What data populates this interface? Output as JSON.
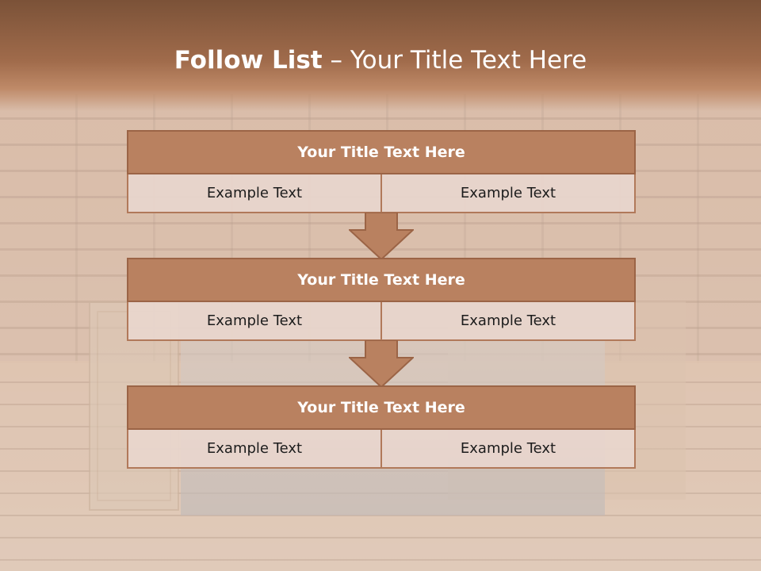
{
  "slide": {
    "title_bold": "Follow List",
    "title_rest": " – Your Title Text Here"
  },
  "blocks": [
    {
      "title": "Your Title Text Here",
      "left_text": "Example Text",
      "right_text": "Example Text"
    },
    {
      "title": "Your Title Text Here",
      "left_text": "Example Text",
      "right_text": "Example Text"
    },
    {
      "title": "Your Title Text Here",
      "left_text": "Example Text",
      "right_text": "Example Text"
    }
  ],
  "colors": {
    "header_band": "#7b5238",
    "block_title_fill": "#b98160",
    "block_border": "#9b6446",
    "cell_fill": "#e8d6cd",
    "arrow_fill": "#b98160"
  }
}
